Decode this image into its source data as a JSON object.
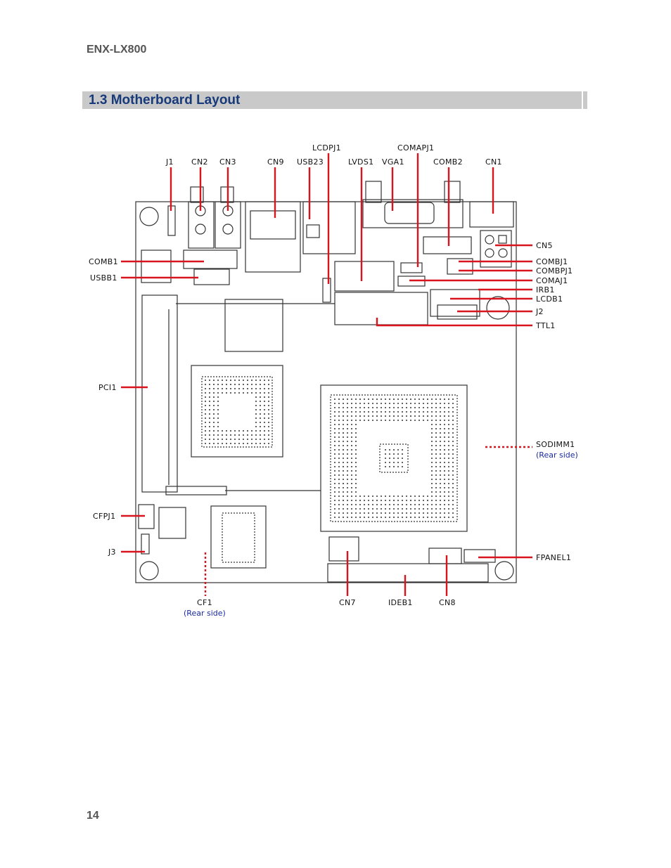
{
  "header": {
    "model": "ENX-LX800"
  },
  "section": {
    "title": "1.3 Motherboard Layout"
  },
  "footer": {
    "page_number": "14"
  },
  "diagram": {
    "labels_top": [
      "J1",
      "CN2",
      "CN3",
      "CN9",
      "USB23",
      "LCDPJ1",
      "LVDS1",
      "VGA1",
      "COMAPJ1",
      "COMB2",
      "CN1"
    ],
    "labels_left": [
      "COMB1",
      "USBB1",
      "PCI1",
      "CFPJ1",
      "J3"
    ],
    "labels_right": [
      "CN5",
      "COMBJ1",
      "COMBPJ1",
      "COMAJ1",
      "IRB1",
      "LCDB1",
      "J2",
      "TTL1",
      "SODIMM1",
      "FPANEL1"
    ],
    "labels_bottom": [
      "CF1",
      "CN7",
      "IDEB1",
      "CN8"
    ],
    "rear_side_note": "(Rear side)",
    "colors": {
      "callout": "#d8141e",
      "board_line": "#333333",
      "note_text": "#1a2aa0"
    }
  }
}
